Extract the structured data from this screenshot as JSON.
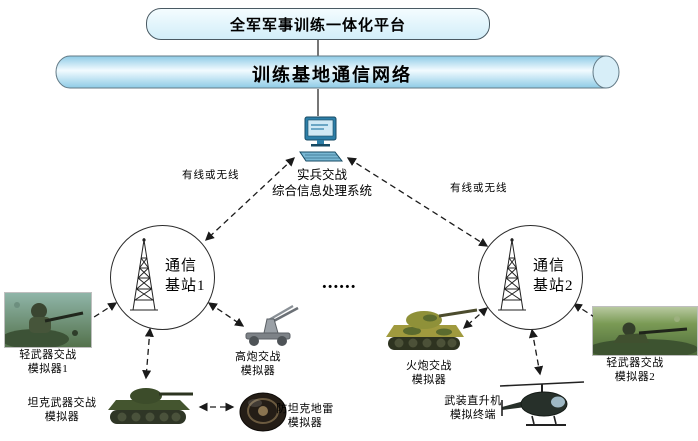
{
  "diagram": {
    "platform": {
      "label": "全军军事训练一体化平台"
    },
    "network": {
      "label": "训练基地通信网络"
    },
    "processor": {
      "line1": "实兵交战",
      "line2": "综合信息处理系统"
    },
    "links": {
      "left": "有线或无线",
      "right": "有线或无线"
    },
    "station1": {
      "line1": "通信",
      "line2": "基站1"
    },
    "station2": {
      "line1": "通信",
      "line2": "基站2"
    },
    "dots": "......",
    "nodes": {
      "soldier1": {
        "line1": "轻武器交战",
        "line2": "模拟器1"
      },
      "tank": {
        "line1": "坦克武器交战",
        "line2": "模拟器"
      },
      "aagun": {
        "line1": "高炮交战",
        "line2": "模拟器"
      },
      "mine": {
        "line1": "防坦克地雷",
        "line2": "模拟器"
      },
      "artillery": {
        "line1": "火炮交战",
        "line2": "模拟器"
      },
      "helicopter": {
        "line1": "武装直升机",
        "line2": "模拟终端"
      },
      "soldier2": {
        "line1": "轻武器交战",
        "line2": "模拟器2"
      }
    },
    "colors": {
      "cylinder_fill": "#8ecbe6",
      "platform_fill": "#d2eef9",
      "computer_accent": "#2d7fa8",
      "line": "#1a1a1a"
    }
  }
}
